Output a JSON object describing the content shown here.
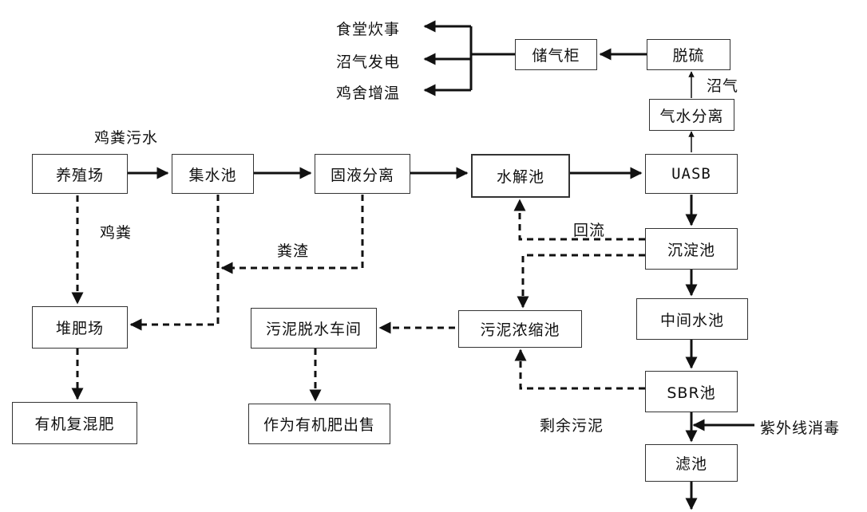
{
  "nodes": {
    "farm": "养殖场",
    "collection_tank": "集水池",
    "solid_liquid_separation": "固液分离",
    "hydrolysis_tank": "水解池",
    "uasb": "UASB",
    "gas_water_separation": "气水分离",
    "desulfurization": "脱硫",
    "gas_holder": "储气柜",
    "sedimentation_tank": "沉淀池",
    "intermediate_tank": "中间水池",
    "sbr_tank": "SBR池",
    "filter_tank": "滤池",
    "compost_yard": "堆肥场",
    "organic_compound_fertilizer": "有机复混肥",
    "sludge_dewatering_room": "污泥脱水车间",
    "sold_as_organic_fertilizer": "作为有机肥出售",
    "sludge_thickening_tank": "污泥浓缩池"
  },
  "uses": {
    "canteen_cooking": "食堂炊事",
    "biogas_power": "沼气发电",
    "henhouse_heating": "鸡舍增温"
  },
  "labels": {
    "chicken_manure_wastewater": "鸡粪污水",
    "chicken_manure": "鸡粪",
    "manure_residue": "粪渣",
    "reflux": "回流",
    "biogas": "沼气",
    "excess_sludge": "剩余污泥",
    "uv_disinfection": "紫外线消毒"
  },
  "colors": {
    "line": "#111111",
    "box_border": "#333333",
    "background": "#ffffff"
  }
}
